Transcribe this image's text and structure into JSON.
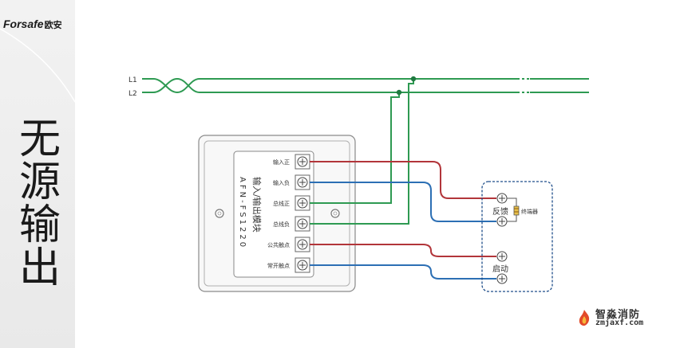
{
  "brand": {
    "latin": "Forsafe",
    "cn": "欧安"
  },
  "side_title": [
    "无",
    "源",
    "输",
    "出"
  ],
  "bus": {
    "l1": "L1",
    "l2": "L2"
  },
  "module": {
    "model": "AFN-FS1220",
    "name": "输入/输出模块",
    "terminals": [
      "输入正",
      "输入负",
      "总线正",
      "总线负",
      "公共触点",
      "常开触点"
    ]
  },
  "device": {
    "feedback_label": "反馈",
    "resistor_label": "终端器",
    "start_label": "启动"
  },
  "watermark": {
    "cn": "智淼消防",
    "url": "zmjaxf.com"
  },
  "colors": {
    "bus_wire": "#2e9a52",
    "positive_wire": "#b2353a",
    "negative_wire": "#2c6fb4",
    "box_border": "#1f4e8a"
  }
}
